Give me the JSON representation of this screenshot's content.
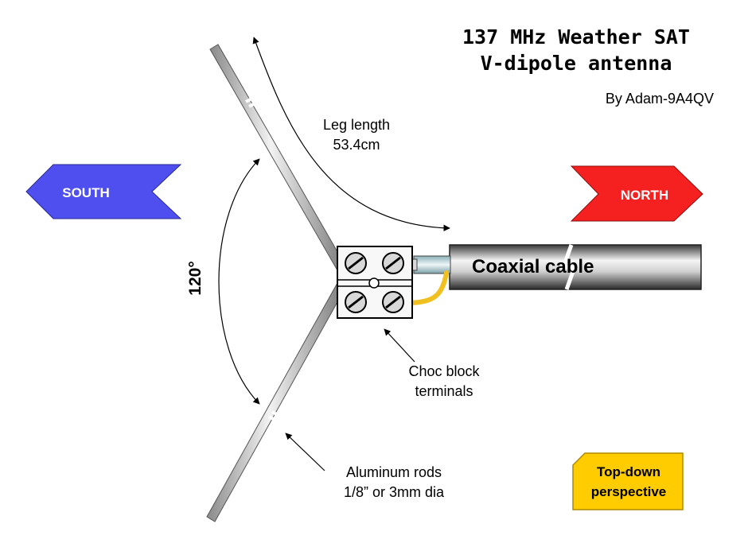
{
  "title": {
    "line1": "137 MHz Weather SAT",
    "line2": "V-dipole antenna",
    "author": "By Adam-9A4QV"
  },
  "labels": {
    "south": "SOUTH",
    "north": "NORTH",
    "leg_length_title": "Leg length",
    "leg_length_value": "53.4cm",
    "angle": "120°",
    "coax": "Coaxial cable",
    "choc_line1": "Choc block",
    "choc_line2": "terminals",
    "rods_line1": "Aluminum rods",
    "rods_line2": "1/8” or 3mm dia",
    "note_line1": "Top-down",
    "note_line2": "perspective"
  },
  "colors": {
    "south_arrow": "#4f4ff0",
    "north_arrow": "#f52020",
    "note_fill": "#ffcc00",
    "coax_wire": "#f0c020"
  },
  "icons": {
    "south": "left-arrow-shape",
    "north": "right-arrow-shape",
    "screw": "slotted-screw-icon"
  }
}
